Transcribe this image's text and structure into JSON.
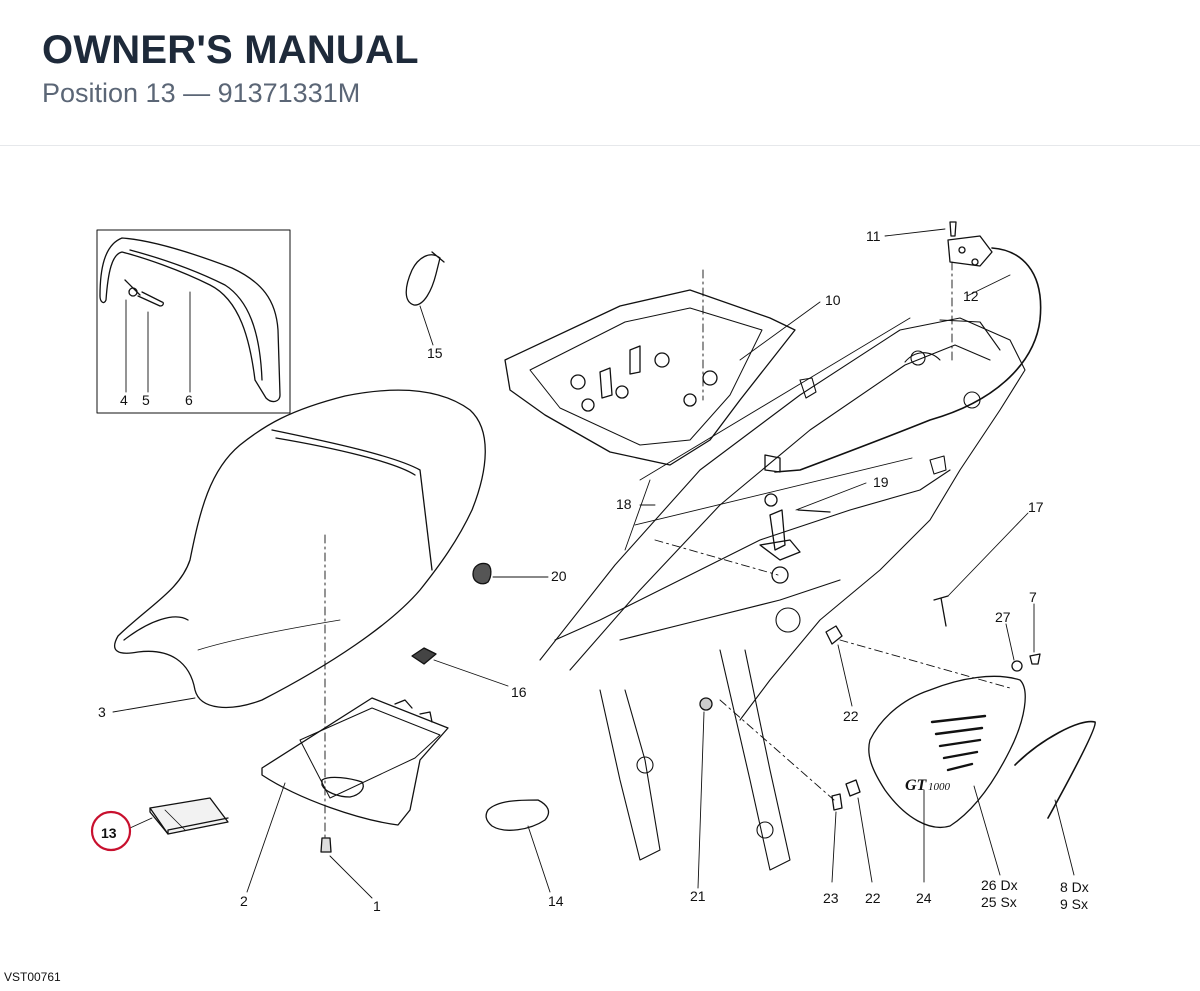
{
  "header": {
    "title": "OWNER'S MANUAL",
    "subtitle": "Position 13 — 91371331M"
  },
  "diagram": {
    "drawing_code": "VST00761",
    "highlight_color": "#c8102e",
    "highlighted_callout": "13",
    "callouts": {
      "c1": "1",
      "c2": "2",
      "c3": "3",
      "c4": "4",
      "c5": "5",
      "c6": "6",
      "c7": "7",
      "c10": "10",
      "c11": "11",
      "c12": "12",
      "c13": "13",
      "c14": "14",
      "c15": "15",
      "c16": "16",
      "c17": "17",
      "c18": "18",
      "c19": "19",
      "c20": "20",
      "c21": "21",
      "c22a": "22",
      "c22b": "22",
      "c23": "23",
      "c24": "24",
      "c26": "26 Dx",
      "c25": "25 Sx",
      "c8": "8 Dx",
      "c9": "9 Sx",
      "c27": "27"
    }
  }
}
